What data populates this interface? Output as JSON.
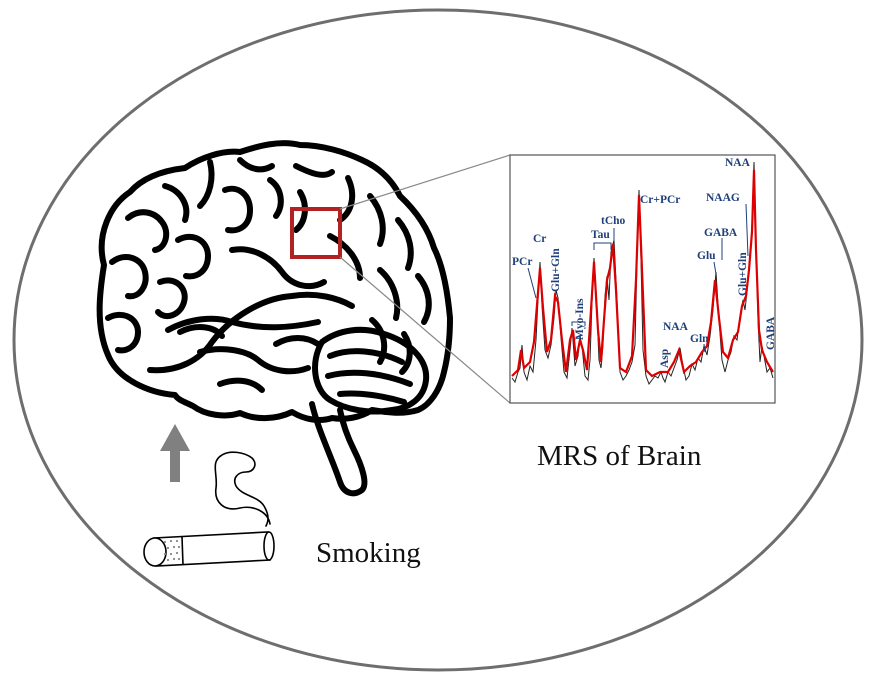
{
  "captions": {
    "mrs": "MRS of Brain",
    "smoking": "Smoking"
  },
  "spectrum": {
    "peak_labels": [
      "PCr",
      "Cr",
      "Glu+Gln",
      "Myo-Ins",
      "Tau",
      "tCho",
      "Cr+PCr",
      "Asp",
      "NAA",
      "Gln",
      "Glu",
      "GABA",
      "Glu+Gln",
      "NAAG",
      "NAA",
      "GABA"
    ]
  },
  "colors": {
    "outline": "#000000",
    "ellipse": "#6e6e6e",
    "roi_box": "#b22222",
    "fit_line": "#dd0000",
    "raw_line": "#222222",
    "peak_label": "#1f3f7a",
    "arrow": "#808080"
  },
  "icons": [
    "brain-icon",
    "cigarette-icon",
    "smoke-icon",
    "up-arrow-icon"
  ]
}
